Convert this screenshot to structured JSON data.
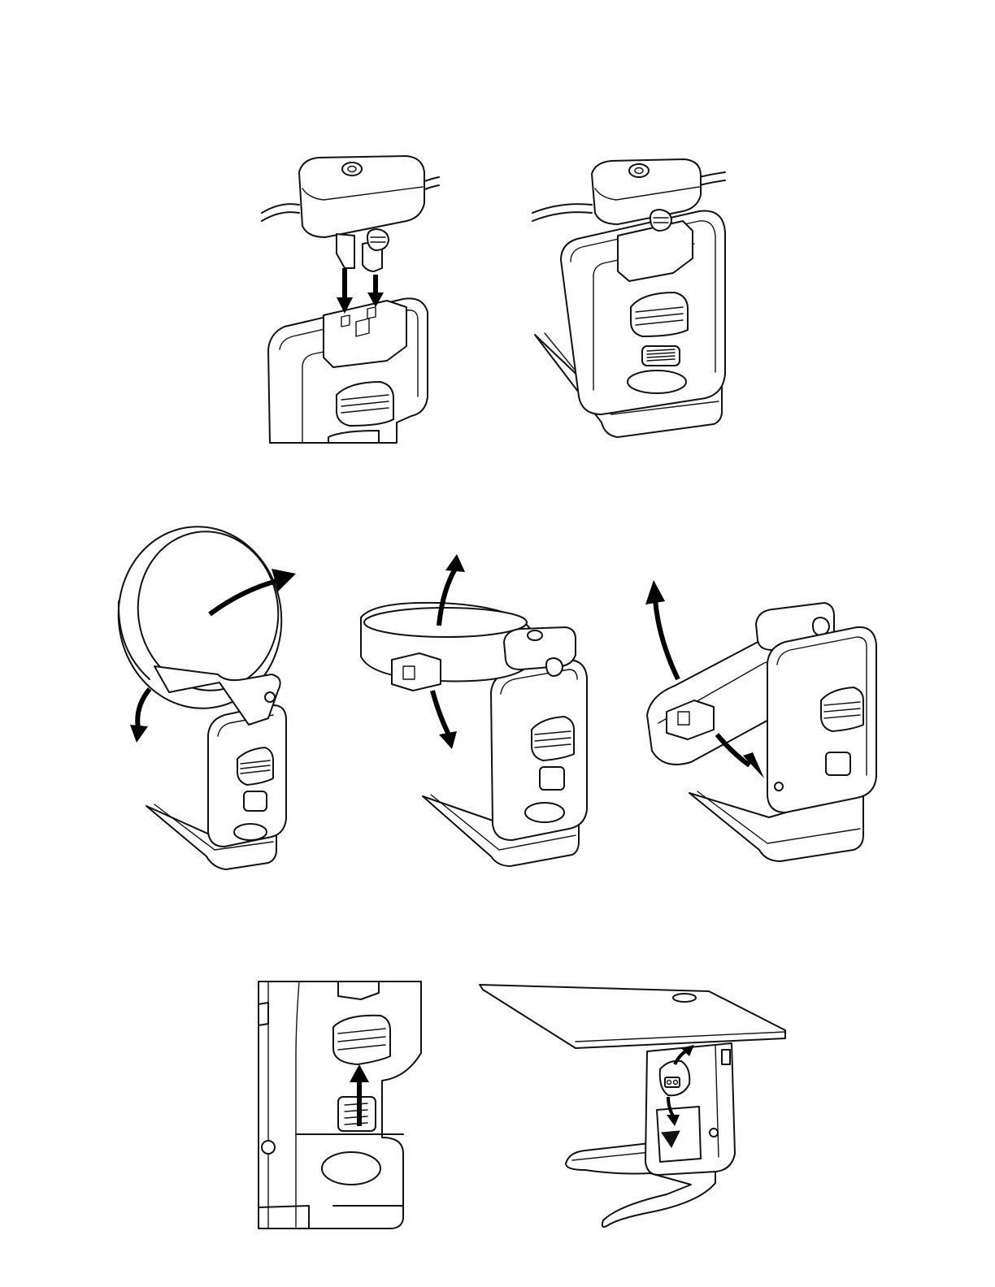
{
  "page": {
    "background": "#ffffff",
    "line_color": "#111111",
    "arrow_color": "#000000"
  },
  "panels": [
    {
      "id": "panel-1",
      "icon": "clip-attach-illustration"
    },
    {
      "id": "panel-2",
      "icon": "clip-attached-illustration"
    },
    {
      "id": "panel-3",
      "icon": "ring-tilt-illustration"
    },
    {
      "id": "panel-4",
      "icon": "ring-lift-illustration"
    },
    {
      "id": "panel-5",
      "icon": "ring-fold-illustration"
    },
    {
      "id": "panel-6",
      "icon": "slide-up-illustration"
    },
    {
      "id": "panel-7",
      "icon": "plate-adjust-illustration"
    }
  ]
}
